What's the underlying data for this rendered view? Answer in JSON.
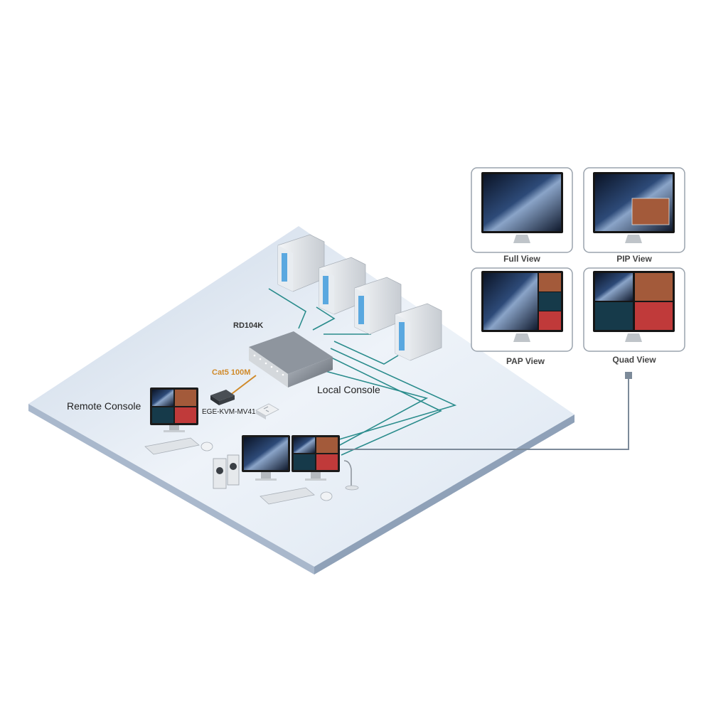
{
  "labels": {
    "rd104k": "RD104K",
    "cat5": "Cat5 100M",
    "local_console": "Local Console",
    "remote_console": "Remote Console",
    "extender": "EGE-KVM-MV41"
  },
  "views": {
    "full": "Full View",
    "pip": "PIP View",
    "pap": "PAP View",
    "quad": "Quad View"
  },
  "colors": {
    "floor": "#dfe7f2",
    "cable": "#2a8c8c",
    "cat5": "#d08a2a",
    "view_link": "#7c8a99"
  }
}
